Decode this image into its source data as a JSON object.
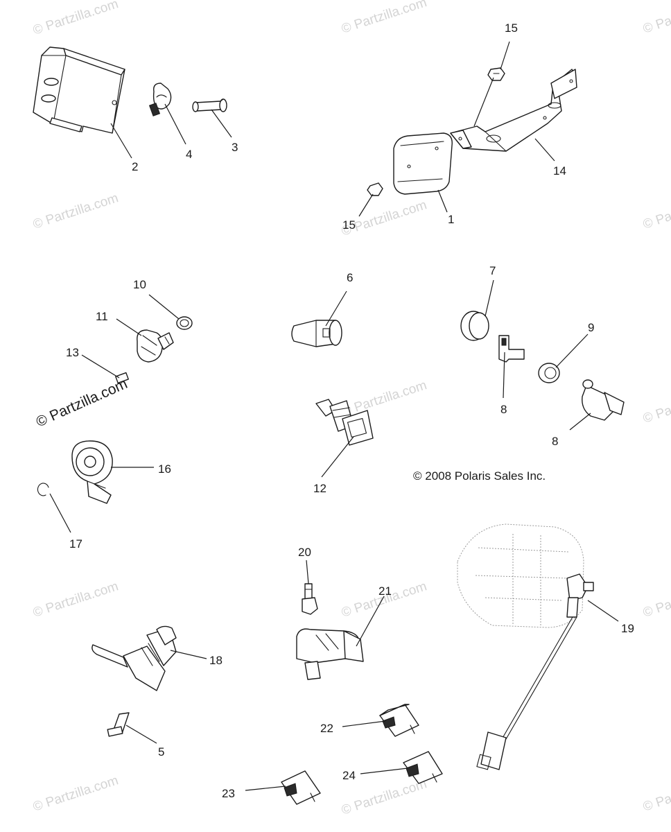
{
  "copyright": "© 2008 Polaris Sales Inc.",
  "watermark": "© Partzilla.com",
  "callouts": {
    "c1": "1",
    "c2": "2",
    "c3": "3",
    "c4": "4",
    "c5": "5",
    "c6": "6",
    "c7": "7",
    "c8a": "8",
    "c8b": "8",
    "c9": "9",
    "c10": "10",
    "c11": "11",
    "c12": "12",
    "c13": "13",
    "c14": "14",
    "c15a": "15",
    "c15b": "15",
    "c16": "16",
    "c17": "17",
    "c18": "18",
    "c19": "19",
    "c20": "20",
    "c21": "21",
    "c22": "22",
    "c23": "23",
    "c24": "24"
  }
}
